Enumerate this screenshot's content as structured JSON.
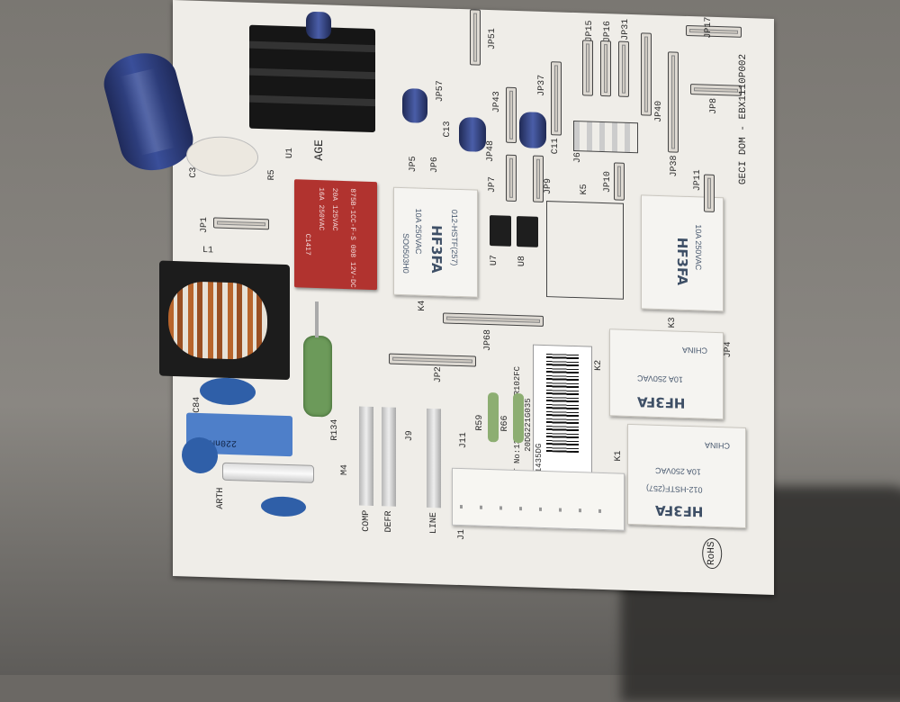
{
  "board": {
    "side_label": "GECI DOM - EBX1110P002",
    "rohs": "RoHS",
    "age_label": "AGE"
  },
  "relays": {
    "hf3fa_model": "HF3FA",
    "hf3fa_part": "012-HSTF(257)",
    "hf3fa_rating": "10A 250VAC",
    "china": "CHINA",
    "code": "SO0503H0",
    "red_model": "875B-1CC-F-S 008 12V-DC",
    "red_rating1": "20A 125VAC",
    "red_rating2": "16A 250VAC",
    "red_code": "C1417"
  },
  "barcode_label": {
    "line1": "WKKT No:1304-03-80 R102FC",
    "line2": "20DG221G035",
    "line3": "1435DG"
  },
  "capacitor_text": "220nMBE5",
  "labels": {
    "jp1": "JP1",
    "jp2": "JP2",
    "jp4": "JP4",
    "jp5": "JP5",
    "jp6": "JP6",
    "jp7": "JP7",
    "jp8": "JP8",
    "jp9": "JP9",
    "jp10": "JP10",
    "jp11": "JP11",
    "jp15": "JP15",
    "jp16": "JP16",
    "jp31": "JP31",
    "jp37": "JP37",
    "jp38": "JP38",
    "jp40": "JP40",
    "jp43": "JP43",
    "jp48": "JP48",
    "jp51": "JP51",
    "jp57": "JP57",
    "jp68": "JP68",
    "jp17": "JP17",
    "l1": "L1",
    "k1": "K1",
    "k2": "K2",
    "k3": "K3",
    "k4": "K4",
    "k5": "K5",
    "u1": "U1",
    "u7": "U7",
    "u8": "U8",
    "r5": "R5",
    "r59": "R59",
    "r66": "R66",
    "r134": "R134",
    "c84": "C84",
    "c13": "C13",
    "c11": "C11",
    "j6": "J6",
    "j9": "J9",
    "j11": "J11",
    "j1": "J1",
    "m4": "M4",
    "c3": "C3",
    "comp": "COMP",
    "defr": "DEFR",
    "line": "LINE",
    "earth": "ARTH"
  }
}
